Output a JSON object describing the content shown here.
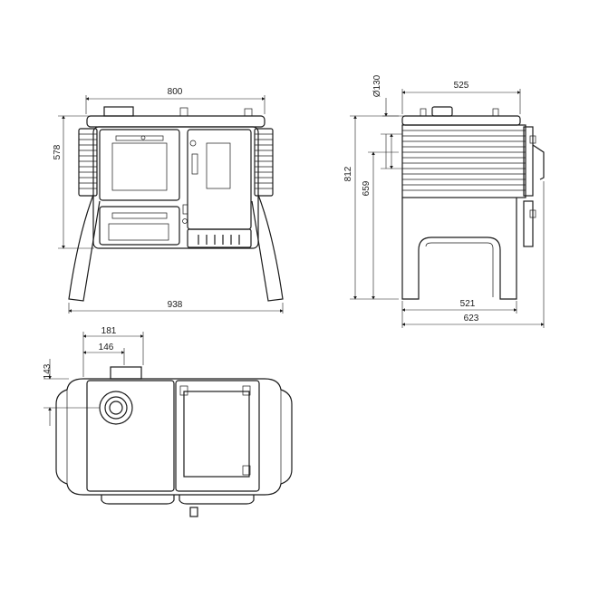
{
  "dimensions": {
    "front_width_top": "800",
    "front_height": "578",
    "front_width_base": "938",
    "side_flue_diameter": "Ø130",
    "side_depth_top": "525",
    "side_total_height": "812",
    "side_flue_height": "659",
    "side_depth_base": "521",
    "side_depth_total": "623",
    "top_flue_offset_outer": "181",
    "top_flue_offset_inner": "146",
    "top_flue_depth": "143"
  }
}
